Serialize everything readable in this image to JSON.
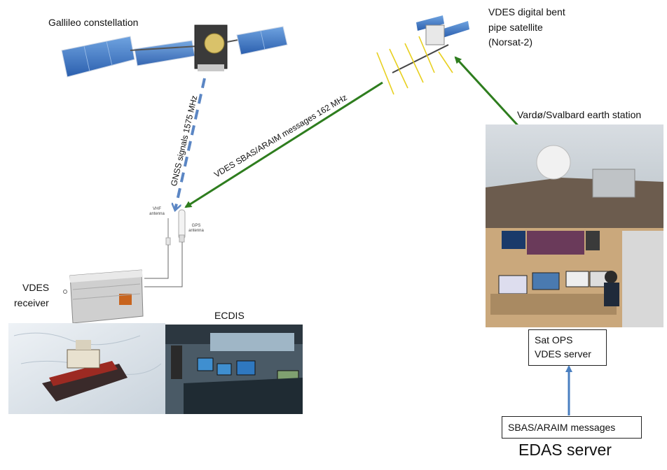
{
  "labels": {
    "galileo": "Gallileo constellation",
    "satellite_line1": "VDES digital bent",
    "satellite_line2": "pipe satellite",
    "satellite_line3": "(Norsat-2)",
    "earth_station": "Vardø/Svalbard earth station",
    "gnss_link": "GNSS signals 1575 MHz",
    "vdes_link": "VDES SBAS/ARAIM messages 162 MHz",
    "vdes_receiver_line1": "VDES",
    "vdes_receiver_line2": "receiver",
    "ecdis": "ECDIS",
    "vhf_antenna_line1": "VHF",
    "vhf_antenna_line2": "antenna",
    "gps_antenna_line1": "GPS",
    "gps_antenna_line2": "antenna"
  },
  "boxes": {
    "sat_ops_line1": "Sat OPS",
    "sat_ops_line2": "VDES server",
    "sbas_messages": "SBAS/ARAIM messages"
  },
  "edas_server": "EDAS server",
  "colors": {
    "gnss_link": "#5b86c4",
    "vdes_link": "#2e7d1e",
    "ground_link": "#4a7fc0",
    "solar_panel": "#3f79c9"
  }
}
